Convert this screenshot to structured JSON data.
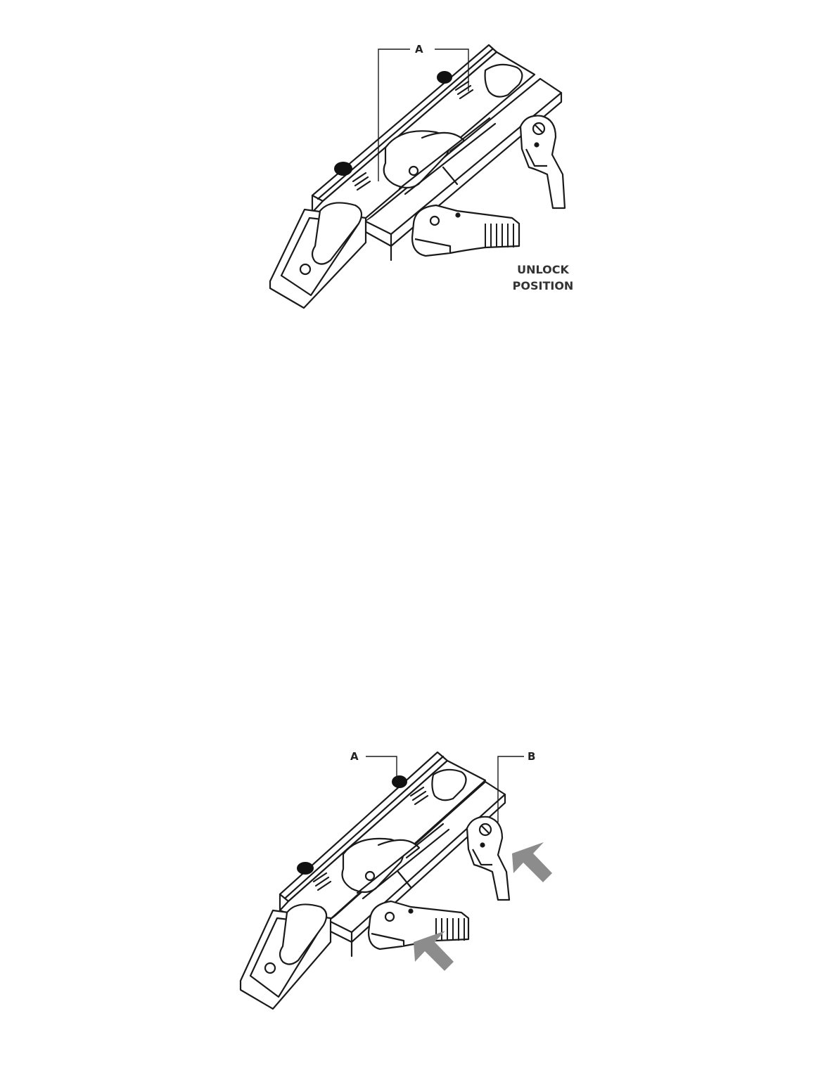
{
  "figure_top": {
    "callout_a": "A",
    "caption": {
      "line1": "UNLOCK",
      "line2": "POSITION"
    }
  },
  "figure_bottom": {
    "callout_a": "A",
    "callout_b": "B",
    "arrow_color": "#8c8c8c"
  },
  "colors": {
    "line": "#1a1a1a",
    "fill": "#ffffff",
    "accent_dark": "#111111"
  }
}
